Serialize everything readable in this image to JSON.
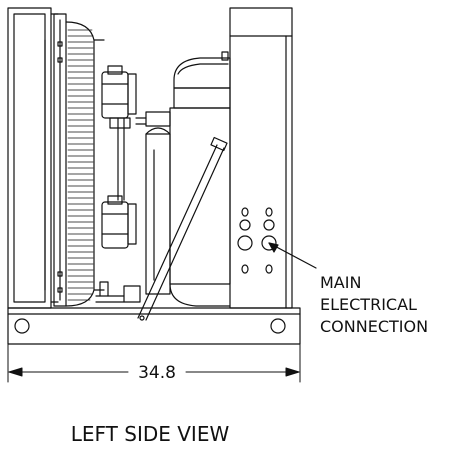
{
  "view_title": "LEFT SIDE VIEW",
  "dimension": {
    "value_label": "34.8"
  },
  "callout": {
    "lines": [
      "MAIN",
      "ELECTRICAL",
      "CONNECTION"
    ]
  },
  "colors": {
    "ink": "#111111",
    "background": "#ffffff"
  }
}
